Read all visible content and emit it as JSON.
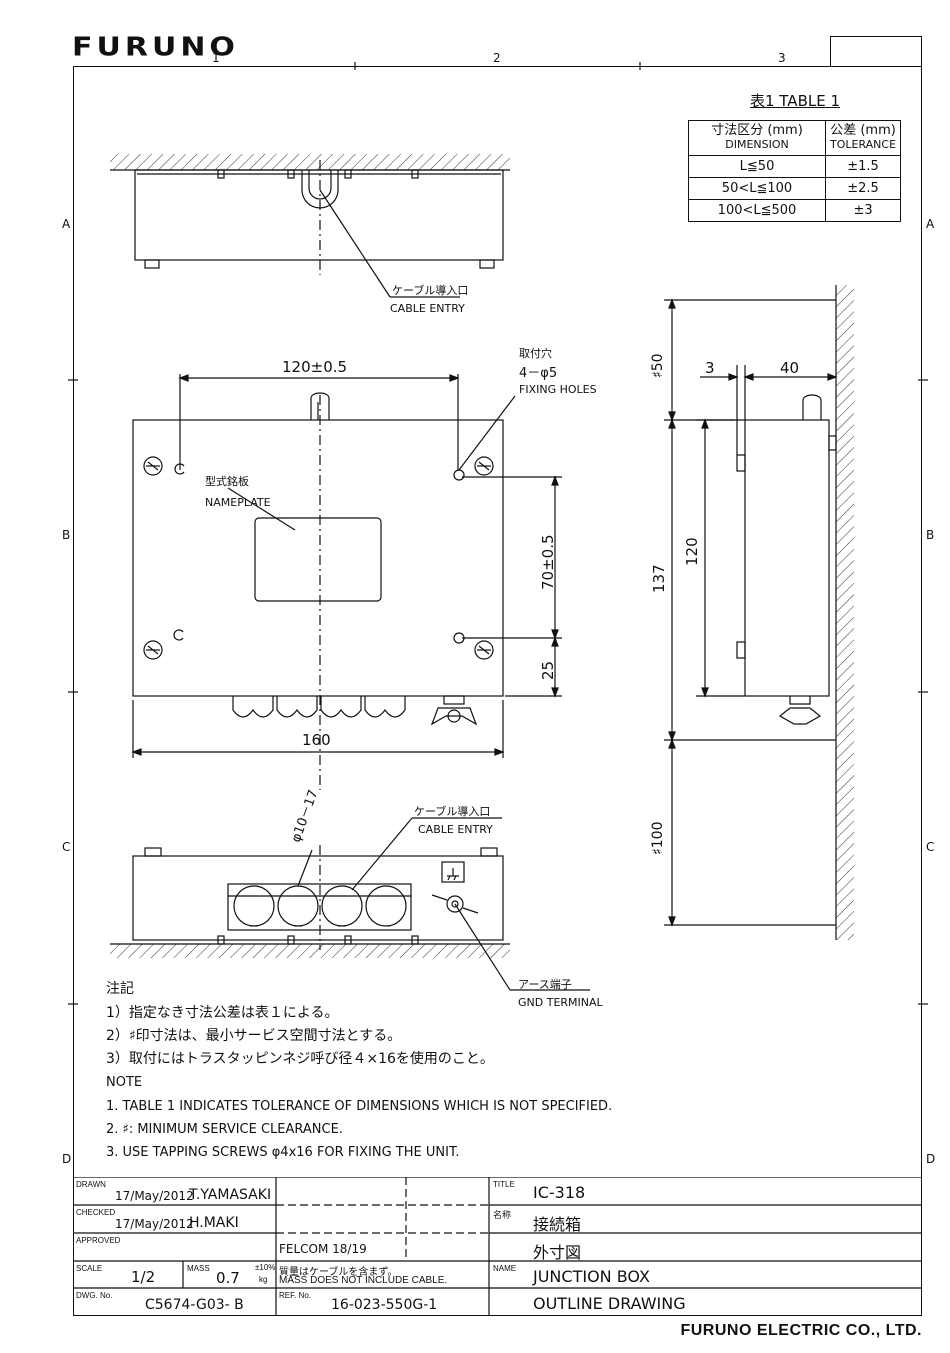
{
  "brand": {
    "logo": "FURUNO",
    "company": "FURUNO ELECTRIC CO., LTD."
  },
  "grid": {
    "cols": [
      "1",
      "2",
      "3"
    ],
    "rows": [
      "A",
      "B",
      "C",
      "D"
    ]
  },
  "table1": {
    "title": "表1 TABLE 1",
    "head_dim_jp": "寸法区分 (mm)",
    "head_dim_en": "DIMENSION",
    "head_tol_jp": "公差 (mm)",
    "head_tol_en": "TOLERANCE",
    "rows": [
      {
        "dim": "L≦50",
        "tol": "±1.5"
      },
      {
        "dim": "50<L≦100",
        "tol": "±2.5"
      },
      {
        "dim": "100<L≦500",
        "tol": "±3"
      }
    ]
  },
  "labels": {
    "cable_entry_jp": "ケーブル導入口",
    "cable_entry_en": "CABLE ENTRY",
    "fixing_jp": "取付穴",
    "fixing_spec": "4－φ5",
    "fixing_en": "FIXING HOLES",
    "nameplate_jp": "型式銘板",
    "nameplate_en": "NAMEPLATE",
    "gnd_jp": "アース端子",
    "gnd_en": "GND TERMINAL",
    "cable_dia": "φ10－17"
  },
  "dims": {
    "width_holes": "120±0.5",
    "height_holes": "70±0.5",
    "bottom_25": "25",
    "width_160": "160",
    "side_50": "♯50",
    "side_3": "3",
    "side_40": "40",
    "side_137": "137",
    "side_120": "120",
    "side_100": "♯100"
  },
  "notes": {
    "jp_head": "注記",
    "jp": [
      "1）指定なき寸法公差は表１による。",
      "2）♯印寸法は、最小サービス空間寸法とする。",
      "3）取付にはトラスタッピンネジ呼び径４×16を使用のこと。"
    ],
    "en_head": "NOTE",
    "en": [
      "1. TABLE 1 INDICATES TOLERANCE OF DIMENSIONS WHICH IS NOT SPECIFIED.",
      "2. ♯: MINIMUM SERVICE CLEARANCE.",
      "3. USE TAPPING SCREWS φ4x16 FOR FIXING THE UNIT."
    ]
  },
  "titleblock": {
    "drawn_label": "DRAWN",
    "drawn_date": "17/May/2012",
    "drawn_by": "T.YAMASAKI",
    "checked_label": "CHECKED",
    "checked_date": "17/May/2012",
    "checked_by": "H.MAKI",
    "approved_label": "APPROVED",
    "scale_label": "SCALE",
    "scale": "1/2",
    "mass_label": "MASS",
    "mass": "0.7",
    "mass_unit": "kg",
    "mass_tol": "±10%",
    "dwg_label": "DWG. No.",
    "dwg_no": "C5674-G03- B",
    "ref_label": "REF. No.",
    "ref_no": "16-023-550G-1",
    "felcom": "FELCOM 18/19",
    "mass_note_jp": "質量はケーブルを含まず。",
    "mass_note_en": "MASS DOES NOT INCLUDE CABLE.",
    "title_label": "TITLE",
    "title": "IC-318",
    "name_label_jp": "名称",
    "name_jp": "接続箱",
    "name_jp2": "外寸図",
    "name_label": "NAME",
    "name_en": "JUNCTION BOX",
    "name_en2": "OUTLINE DRAWING"
  }
}
